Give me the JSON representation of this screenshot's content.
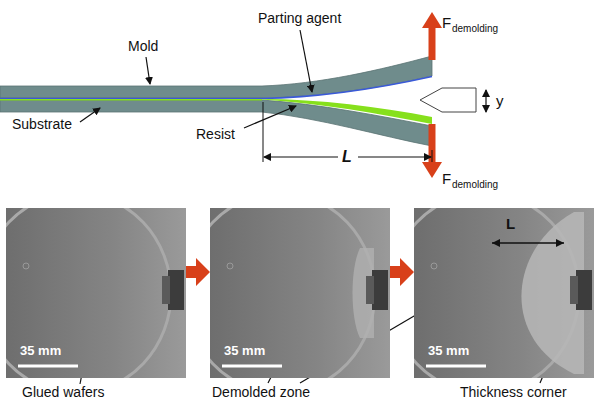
{
  "diagram": {
    "nodes": [
      {
        "text": [
          "35 mm"
        ]
      },
      {
        "text": [
          "35 mm"
        ]
      },
      {
        "text": [
          "35 mm",
          "L"
        ]
      }
    ],
    "edges": [
      {
        "from": 0,
        "to": 1,
        "arrow": "to"
      },
      {
        "from": 1,
        "to": 2,
        "arrow": "to"
      }
    ],
    "labels": [
      "Mold",
      "Parting agent",
      "F",
      "demolding",
      "F",
      "demolding",
      "y",
      "Substrate",
      "Resist",
      "L",
      "Glued wafers",
      "Demolded zone",
      "Thickness corner"
    ]
  }
}
